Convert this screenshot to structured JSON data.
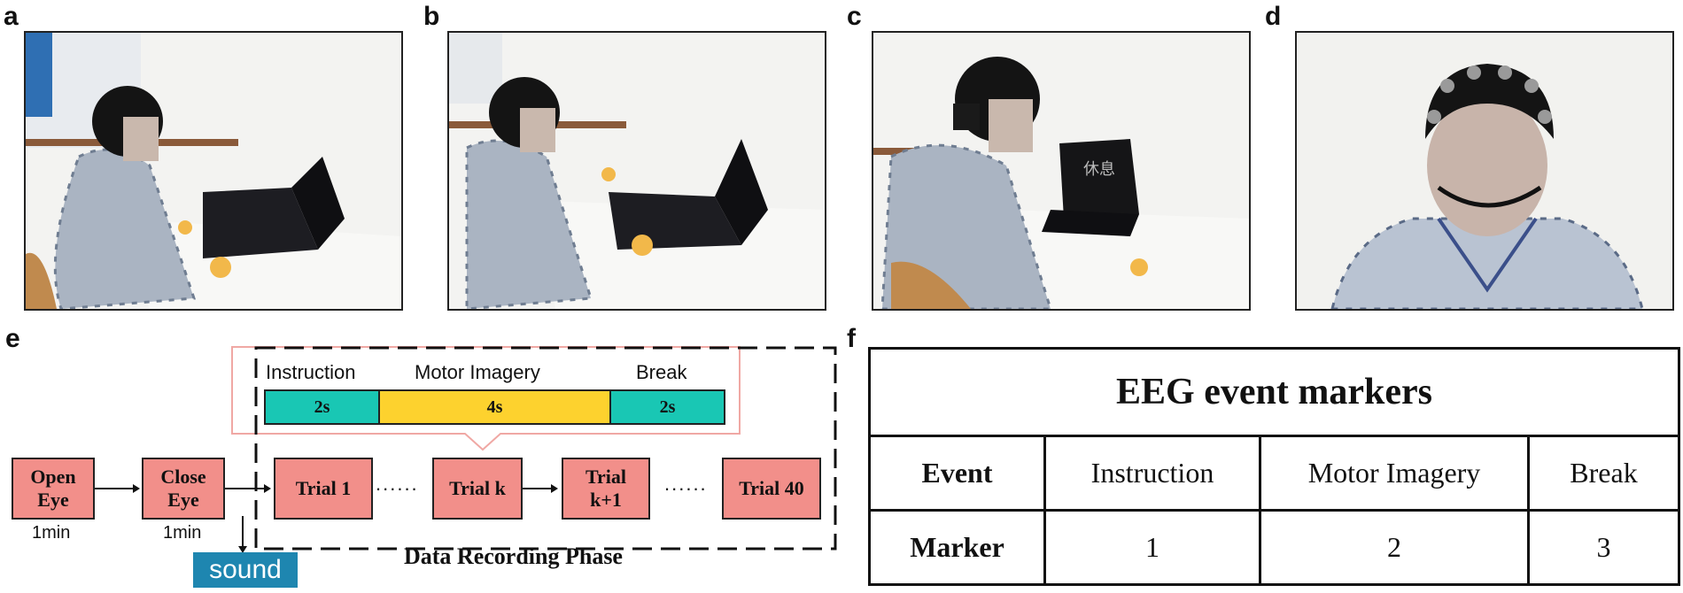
{
  "panels": [
    "a",
    "b",
    "c",
    "d",
    "e",
    "f"
  ],
  "photos": [
    {
      "panel": "a",
      "screen_text": "",
      "description": "participant-wearing-eeg-cap-at-laptop"
    },
    {
      "panel": "b",
      "screen_text": "",
      "description": "participant-wearing-eeg-cap-at-laptop"
    },
    {
      "panel": "c",
      "screen_text": "休息",
      "description": "participant-wearing-eeg-cap-at-laptop"
    },
    {
      "panel": "d",
      "screen_text": "",
      "description": "participant-front-view-eeg-cap"
    }
  ],
  "timeline": {
    "labels": {
      "instruction": "Instruction",
      "motor_imagery": "Motor Imagery",
      "break": "Break"
    },
    "segments": [
      {
        "label": "2s",
        "seconds": 2,
        "color": "#19c7b4"
      },
      {
        "label": "4s",
        "seconds": 4,
        "color": "#fdd22e"
      },
      {
        "label": "2s",
        "seconds": 2,
        "color": "#19c7b4"
      }
    ]
  },
  "flow": {
    "open_eye": {
      "label": "Open\nEye",
      "duration": "1min"
    },
    "close_eye": {
      "label": "Close\nEye",
      "duration": "1min"
    },
    "trials": [
      "Trial 1",
      "Trial k",
      "Trial\nk+1",
      "Trial 40"
    ],
    "dots": "......",
    "sound": "sound",
    "phase_label": "Data Recording Phase"
  },
  "table": {
    "title": "EEG event markers",
    "header": [
      "Event",
      "Instruction",
      "Motor Imagery",
      "Break"
    ],
    "row": [
      "Marker",
      "1",
      "2",
      "3"
    ]
  },
  "colors": {
    "box_fill": "#f28f8a",
    "teal": "#19c7b4",
    "yellow": "#fdd22e",
    "sound_bg": "#1e86b0",
    "callout_border": "#f0a8a4"
  }
}
